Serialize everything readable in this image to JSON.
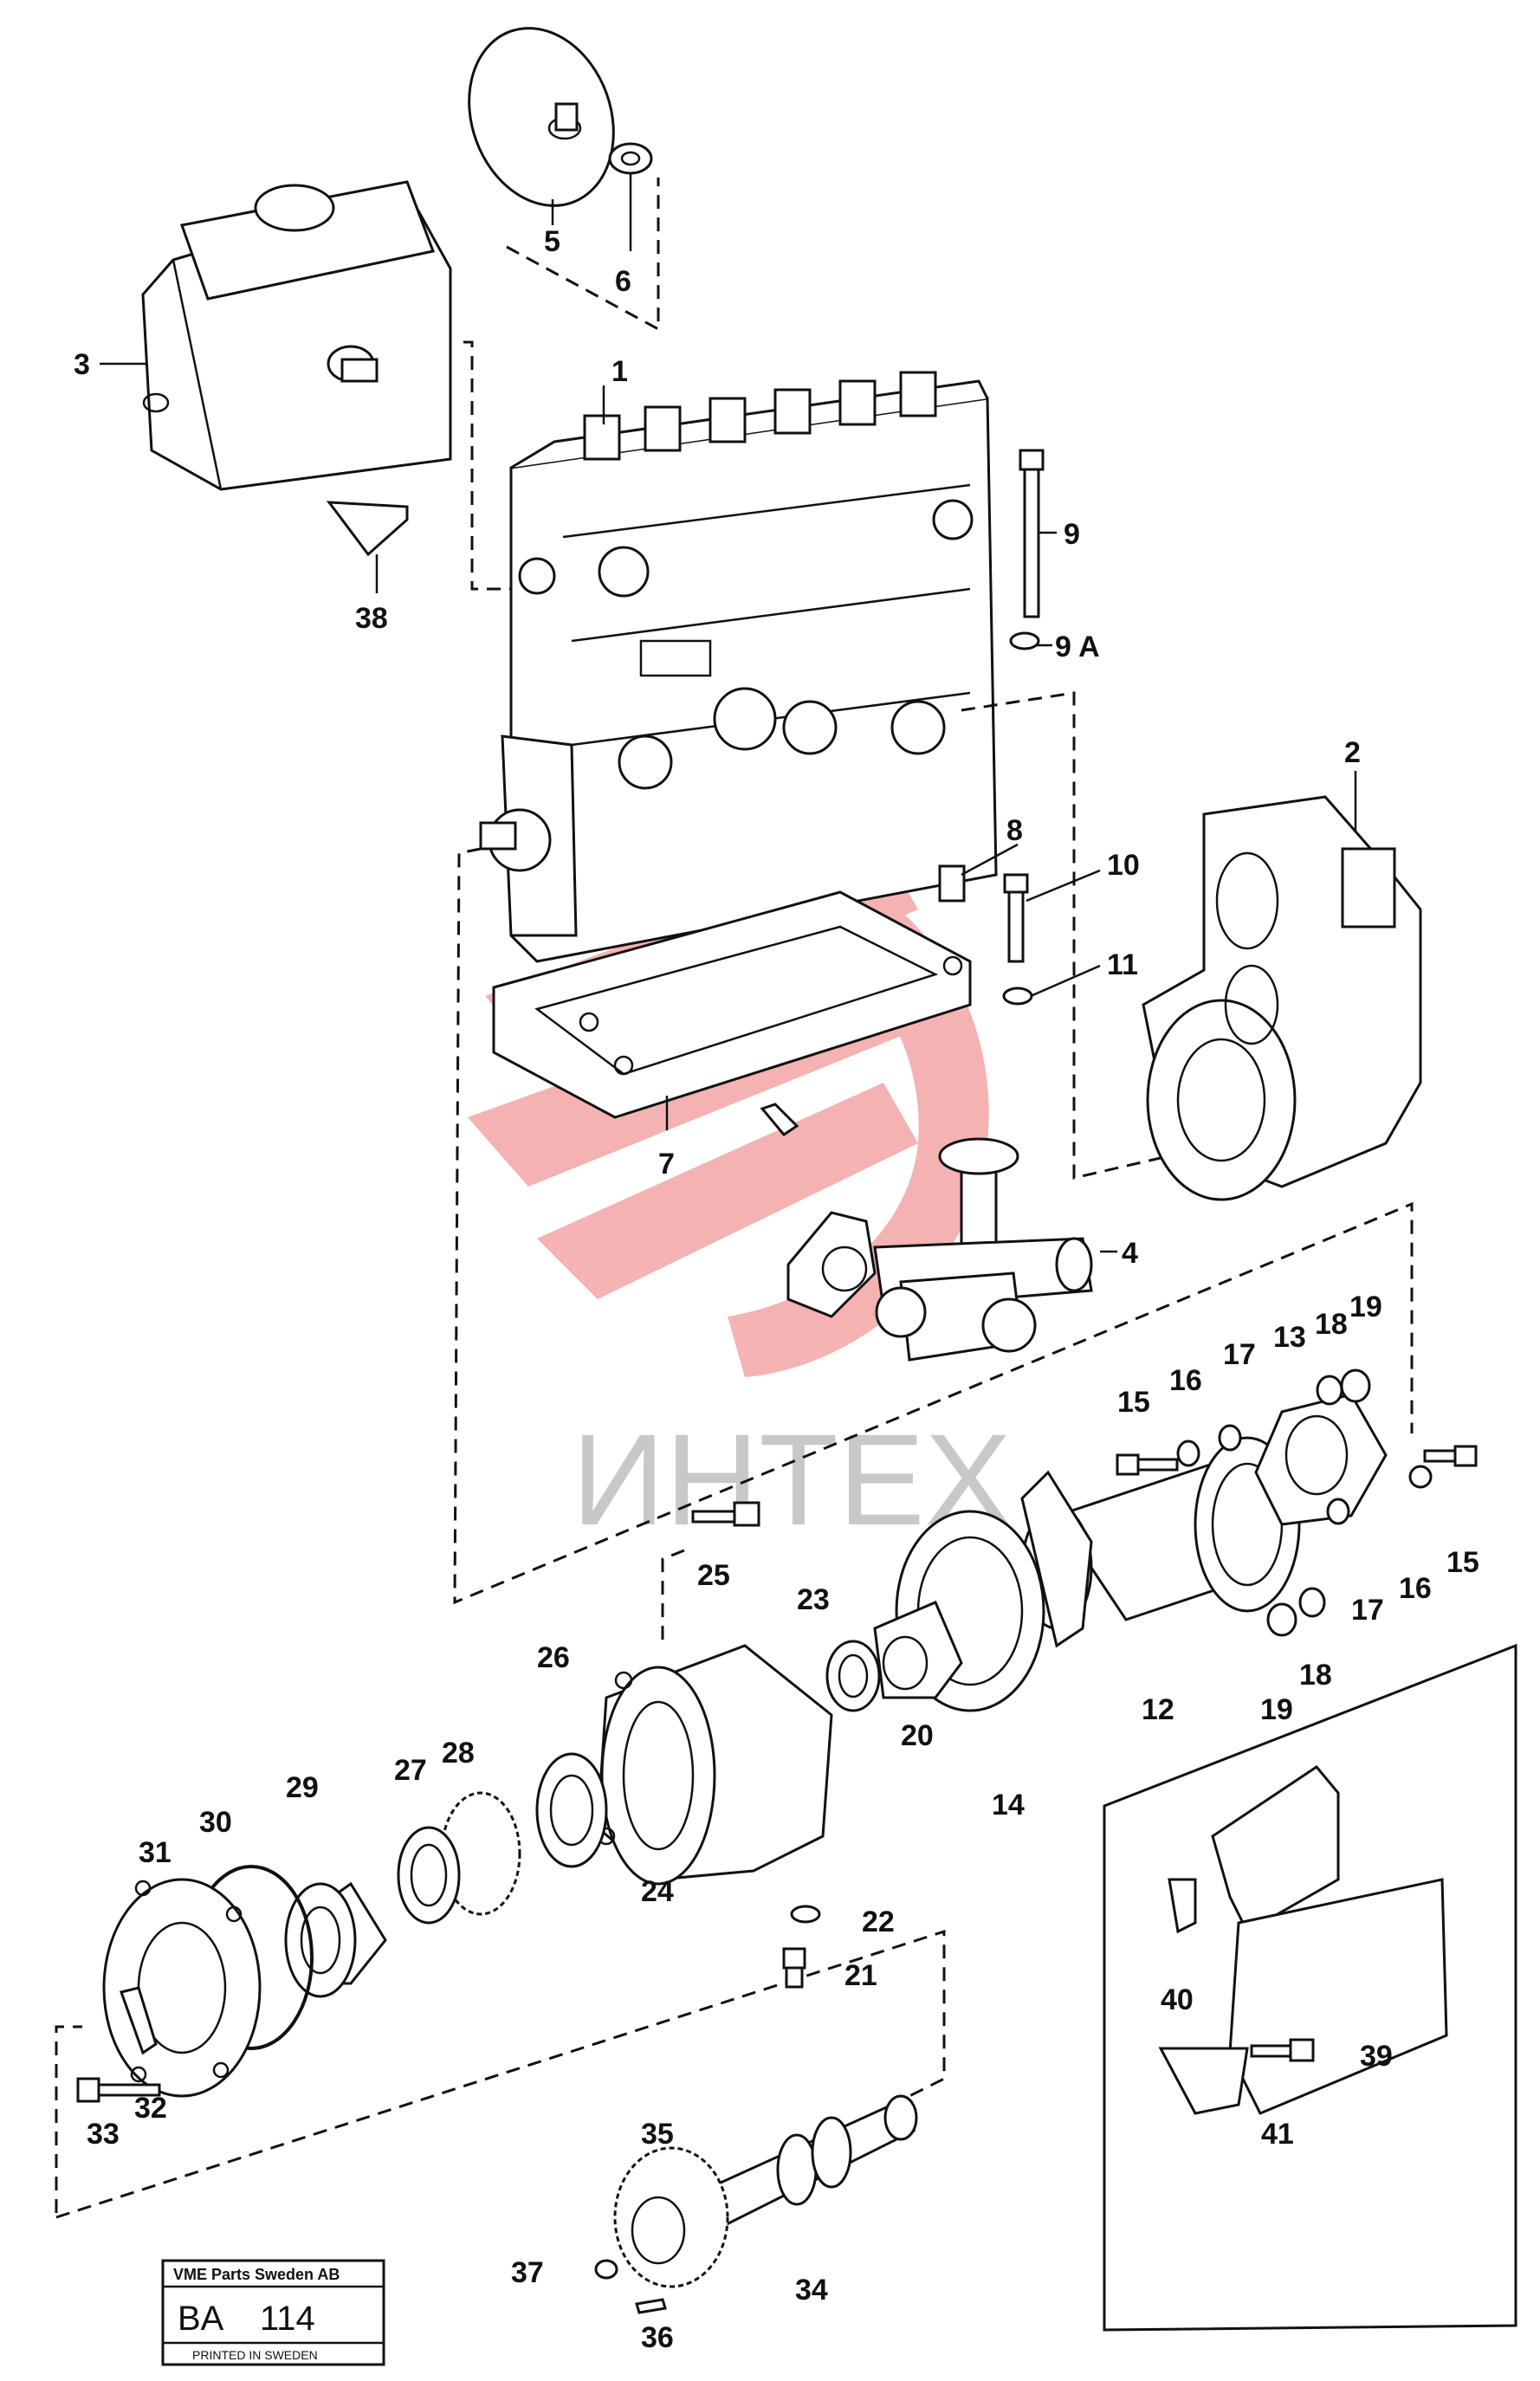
{
  "watermark": {
    "text": "ИНТЕХ",
    "logo_color": "#f2a0a0"
  },
  "stamp": {
    "company": "VME Parts Sweden AB",
    "code": "BA",
    "number": "114",
    "footer": "PRINTED IN SWEDEN"
  },
  "callouts": [
    "1",
    "2",
    "3",
    "4",
    "5",
    "6",
    "7",
    "8",
    "9",
    "9 A",
    "10",
    "11",
    "12",
    "13",
    "14",
    "15",
    "15",
    "16",
    "16",
    "17",
    "17",
    "18",
    "18",
    "19",
    "19",
    "20",
    "21",
    "22",
    "23",
    "24",
    "25",
    "26",
    "27",
    "28",
    "29",
    "30",
    "31",
    "32",
    "33",
    "34",
    "35",
    "36",
    "37",
    "38",
    "39",
    "40",
    "41"
  ]
}
